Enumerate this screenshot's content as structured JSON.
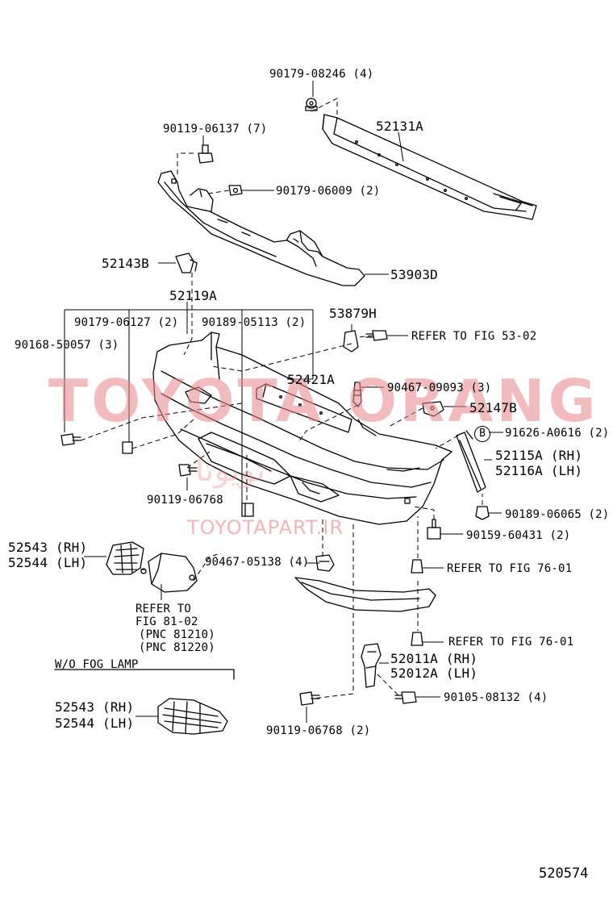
{
  "labels": {
    "p90179_08246": "90179-08246 (4)",
    "p52131A": "52131A",
    "p90119_06137": "90119-06137 (7)",
    "p90179_06009": "90179-06009 (2)",
    "p52143B": "52143B",
    "p53903D": "53903D",
    "p52119A": "52119A",
    "p53879H": "53879H",
    "p90179_06127": "90179-06127 (2)",
    "p90189_05113": "90189-05113 (2)",
    "p90168_50057": "90168-50057 (3)",
    "refer_53_02": "REFER TO FIG 53-02",
    "p52421A": "52421A",
    "p90467_09093": "90467-09093 (3)",
    "p52147B": "52147B",
    "p91626_A0616": "91626-A0616 (2)",
    "circle_b": "B",
    "p52115A": "52115A (RH)",
    "p52116A": "52116A (LH)",
    "p90119_06768_a": "90119-06768",
    "p90189_06065": "90189-06065 (2)",
    "p90159_60431": "90159-60431 (2)",
    "p52543_a": "52543 (RH)",
    "p52544_a": "52544 (LH)",
    "p90467_05138": "90467-05138 (4)",
    "refer_76_01_a": "REFER TO FIG 76-01",
    "refer_to": "REFER TO",
    "fig_81_02": "FIG 81-02",
    "pnc_81210": "(PNC 81210)",
    "pnc_81220": "(PNC 81220)",
    "refer_76_01_b": "REFER TO FIG 76-01",
    "wo_fog_lamp": "W/O FOG LAMP",
    "p52011A": "52011A (RH)",
    "p52012A": "52012A (LH)",
    "p90105_08132": "90105-08132 (4)",
    "p52543_b": "52543 (RH)",
    "p52544_b": "52544 (LH)",
    "p90119_06768_b": "90119-06768 (2)",
    "figure_number": "520574"
  },
  "watermark": {
    "main": "TOYOTA ORANG",
    "url": "TOYOTAPART.IR",
    "persian": "تویوتا"
  },
  "colors": {
    "line": "#000000",
    "watermark": "#e9858a",
    "background": "#ffffff"
  }
}
